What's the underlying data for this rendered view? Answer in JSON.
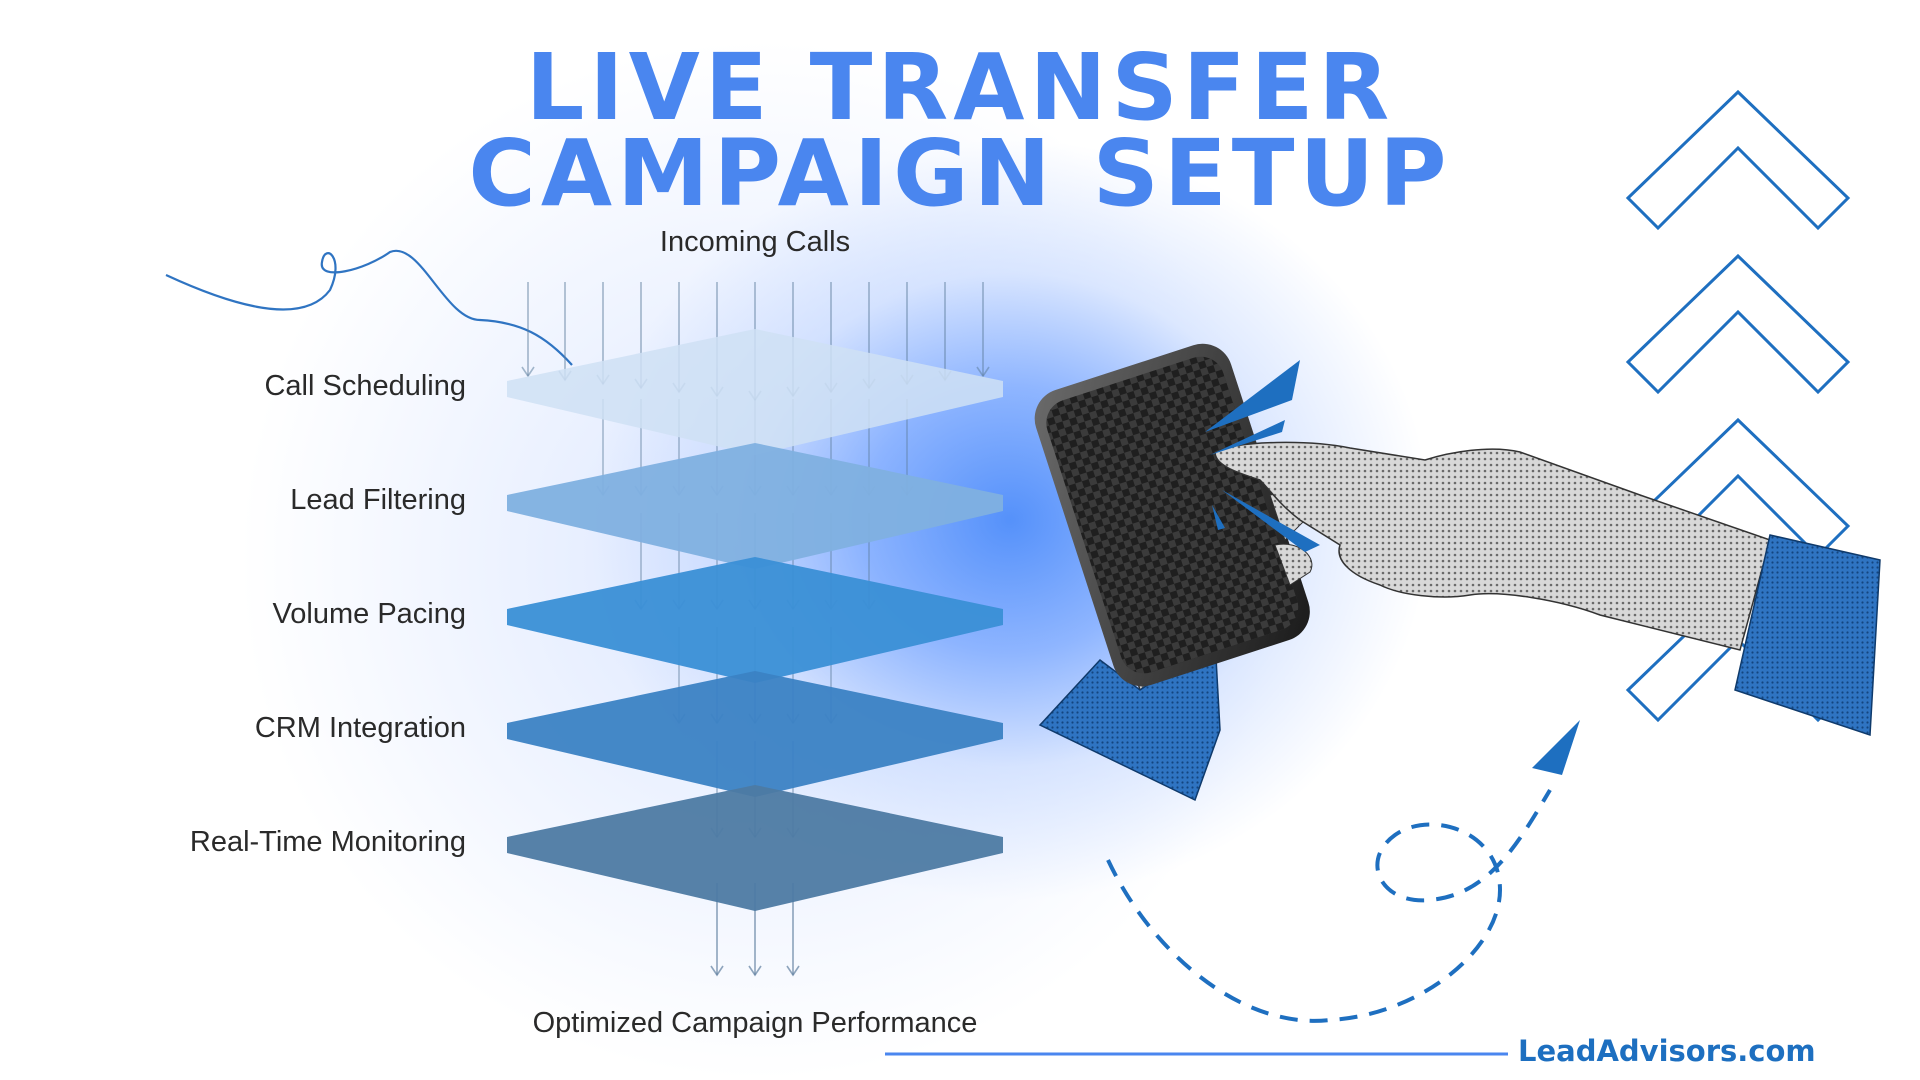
{
  "title": {
    "line1": "LIVE TRANSFER",
    "line2": "CAMPAIGN SETUP"
  },
  "diagram": {
    "input_label": "Incoming Calls",
    "output_label": "Optimized Campaign Performance",
    "layers": [
      {
        "label": "Call Scheduling",
        "color": "#cfe0f5"
      },
      {
        "label": "Lead Filtering",
        "color": "#7fb0e0"
      },
      {
        "label": "Volume Pacing",
        "color": "#3a8fd6"
      },
      {
        "label": "CRM Integration",
        "color": "#3b82c4"
      },
      {
        "label": "Real-Time Monitoring",
        "color": "#4d7aa3"
      }
    ]
  },
  "brand": {
    "name": "LeadAdvisors.com",
    "color": "#1d6fc0"
  },
  "colors": {
    "title": "#4a86ef",
    "accent": "#1e6fc0",
    "glow": "#5b95ff"
  },
  "icons": [
    "smartphone-icon",
    "pointing-hand-icon",
    "holding-hand-icon",
    "chevron-up-icon",
    "dashed-arrow-icon",
    "squiggle-line-icon"
  ]
}
